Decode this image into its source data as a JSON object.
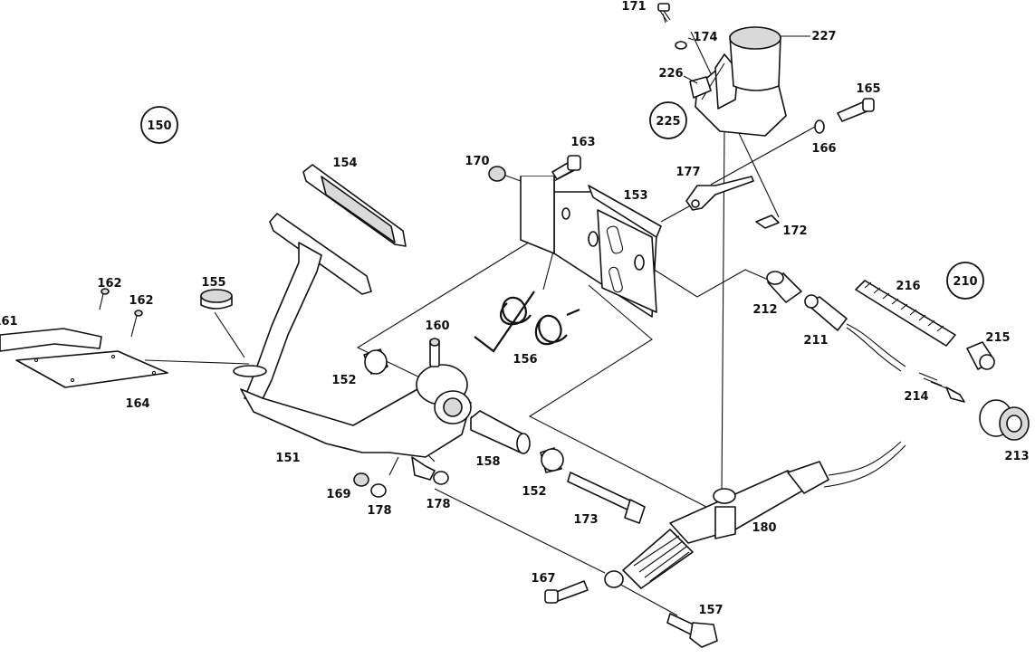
{
  "diagram": {
    "group_markers": [
      "150",
      "225",
      "210"
    ],
    "part_labels": [
      "171",
      "174",
      "227",
      "226",
      "165",
      "166",
      "177",
      "172",
      "163",
      "170",
      "153",
      "154",
      "155",
      "162",
      "162",
      "161",
      "164",
      "160",
      "152",
      "156",
      "212",
      "216",
      "211",
      "215",
      "214",
      "213",
      "151",
      "158",
      "152",
      "169",
      "178",
      "178",
      "173",
      "180",
      "167",
      "157"
    ]
  }
}
